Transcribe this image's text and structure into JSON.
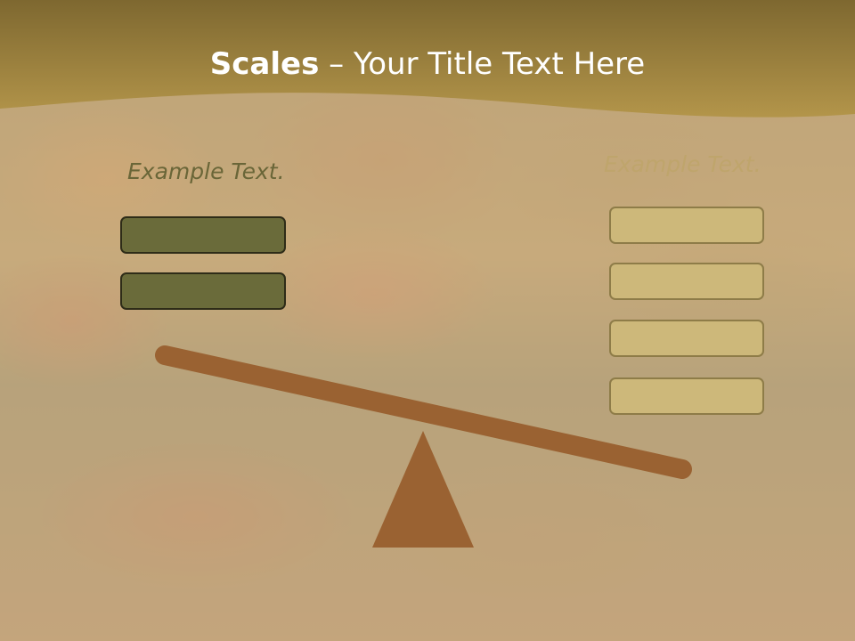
{
  "slide": {
    "title_bold": "Scales",
    "title_rest": " – Your Title Text Here",
    "left_label": "Example Text.",
    "right_label": "Example Text.",
    "left_box_count": 2,
    "right_box_count": 4
  },
  "colors": {
    "header": "#a8873e",
    "left_box_fill": "#6a6b3a",
    "right_box_fill": "#cdb87a",
    "scale": "#9a6232"
  }
}
